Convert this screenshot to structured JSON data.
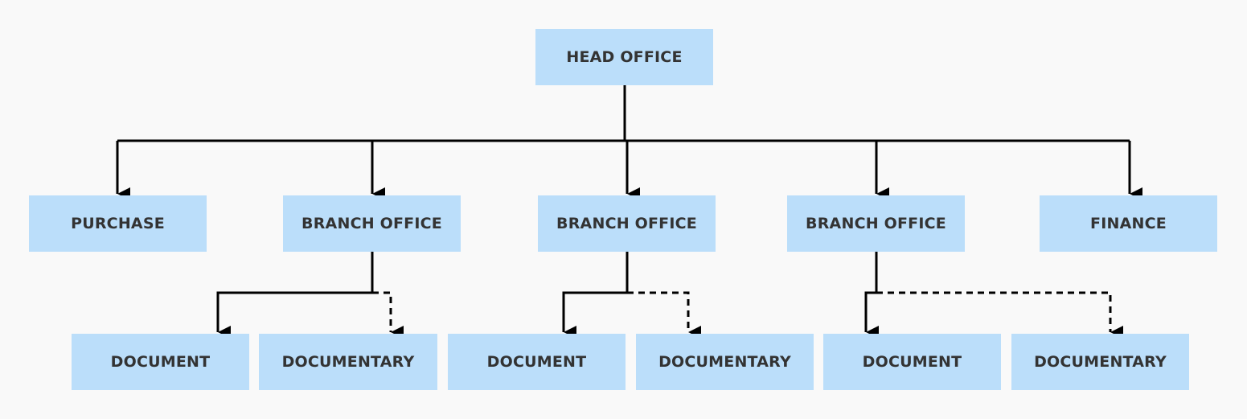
{
  "colors": {
    "background": "#f9f9f9",
    "box_fill": "#bbdefa",
    "text": "#333333",
    "line": "#000000"
  },
  "diagram": {
    "root": {
      "label": "HEAD OFFICE"
    },
    "departments": [
      {
        "label": "PURCHASE"
      },
      {
        "label": "BRANCH OFFICE"
      },
      {
        "label": "BRANCH OFFICE"
      },
      {
        "label": "BRANCH OFFICE"
      },
      {
        "label": "FINANCE"
      }
    ],
    "sub_nodes": [
      {
        "label": "DOCUMENT"
      },
      {
        "label": "DOCUMENTARY"
      },
      {
        "label": "DOCUMENT"
      },
      {
        "label": "DOCUMENTARY"
      },
      {
        "label": "DOCUMENT"
      },
      {
        "label": "DOCUMENTARY"
      }
    ],
    "edges": [
      {
        "from": "HEAD OFFICE",
        "to": "PURCHASE",
        "style": "solid"
      },
      {
        "from": "HEAD OFFICE",
        "to": "BRANCH OFFICE",
        "style": "solid"
      },
      {
        "from": "HEAD OFFICE",
        "to": "BRANCH OFFICE",
        "style": "solid"
      },
      {
        "from": "HEAD OFFICE",
        "to": "BRANCH OFFICE",
        "style": "solid"
      },
      {
        "from": "HEAD OFFICE",
        "to": "FINANCE",
        "style": "solid"
      },
      {
        "from": "BRANCH OFFICE",
        "to": "DOCUMENT",
        "style": "solid"
      },
      {
        "from": "BRANCH OFFICE",
        "to": "DOCUMENTARY",
        "style": "dashed"
      },
      {
        "from": "BRANCH OFFICE",
        "to": "DOCUMENT",
        "style": "solid"
      },
      {
        "from": "BRANCH OFFICE",
        "to": "DOCUMENTARY",
        "style": "dashed"
      },
      {
        "from": "BRANCH OFFICE",
        "to": "DOCUMENT",
        "style": "solid"
      },
      {
        "from": "BRANCH OFFICE",
        "to": "DOCUMENTARY",
        "style": "dashed"
      }
    ]
  }
}
